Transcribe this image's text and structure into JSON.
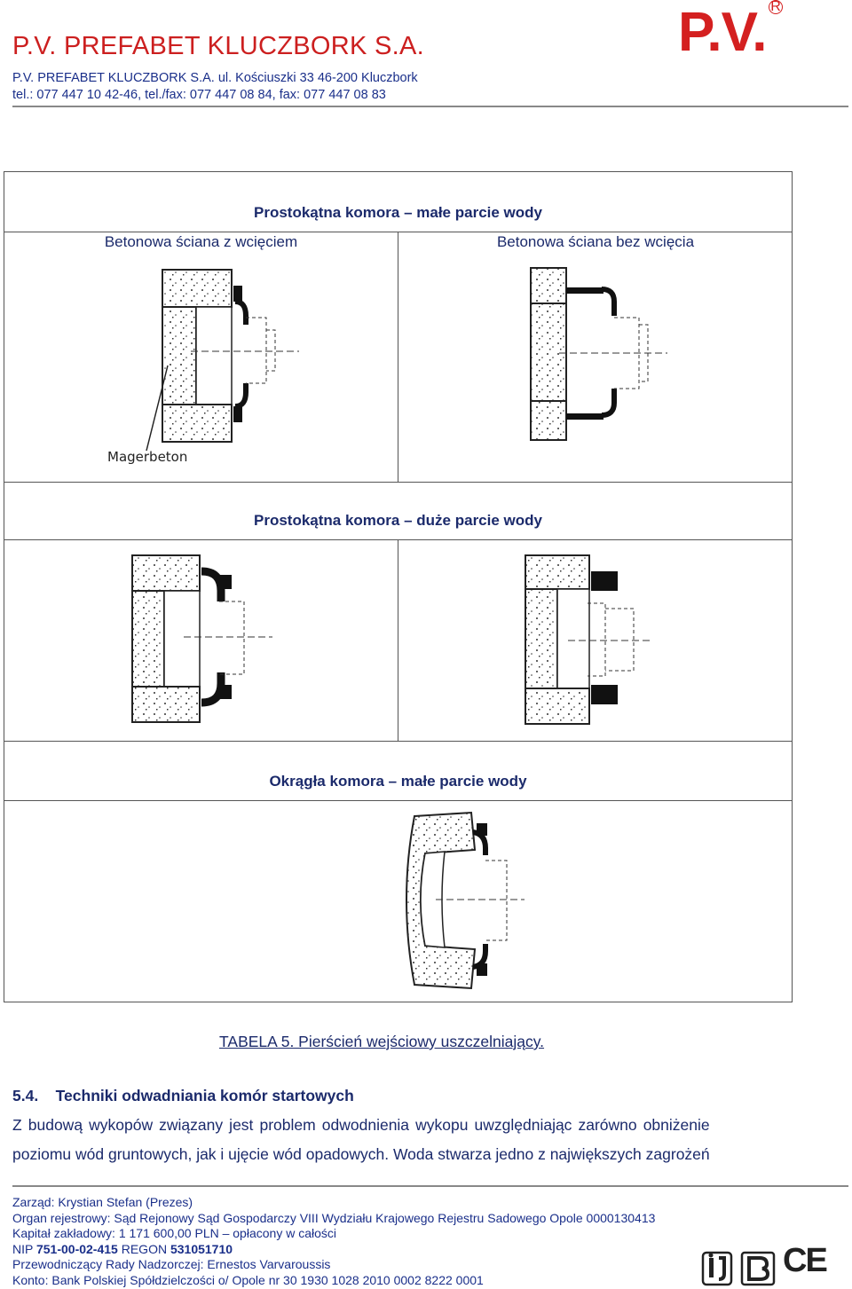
{
  "header": {
    "company_title": "P.V. PREFABET KLUCZBORK S.A.",
    "logo": "P.V.",
    "logo_mark": "R",
    "address": "P.V. PREFABET KLUCZBORK S.A. ul. Kościuszki 33  46-200 Kluczbork",
    "phone": "tel.:  077 447 10 42-46,  tel./fax:  077 447 08 84, fax: 077 447 08 83"
  },
  "table": {
    "row1_title": "Prostokątna komora – małe parcie wody",
    "row1_left": "Betonowa ściana z wcięciem",
    "row1_right": "Betonowa ściana bez wcięcia",
    "drawing_label": "Magerbeton",
    "row2_title": "Prostokątna komora – duże parcie wody",
    "row3_title": "Okrągła komora – małe parcie wody"
  },
  "caption": {
    "label": "TABELA 5",
    "text": ". Pierścień wejściowy uszczelniający."
  },
  "section": {
    "number": "5.4.",
    "title": "Techniki odwadniania komór startowych"
  },
  "body": {
    "line1": "Z budową wykopów związany jest problem odwodnienia wykopu uwzględniając zarówno obniżenie",
    "line2": "poziomu wód gruntowych, jak i ujęcie wód opadowych. Woda stwarza jedno z największych zagrożeń"
  },
  "footer": {
    "board": "Zarząd: Krystian Stefan (Prezes)",
    "registry": "Organ rejestrowy: Sąd Rejonowy Sąd Gospodarczy VIII Wydziału Krajowego Rejestru Sadowego Opole 0000130413",
    "capital": "Kapitał zakładowy: 1 171 600,00 PLN – opłacony w całości",
    "nip_label": "NIP ",
    "nip": "751-00-02-415",
    "regon_label": " REGON ",
    "regon": "531051710",
    "chairman": "Przewodniczący Rady Nadzorczej: Ernestos Varvaroussis",
    "account": "Konto: Bank Polskiej Spółdzielczości o/ Opole nr 30 1930 1028 2010 0002 8222 0001",
    "ce_mark": "CE"
  },
  "icons": {
    "cert_1": "building-approval-icon",
    "cert_2": "b-certificate-icon",
    "cert_3": "ce-mark-icon"
  },
  "colors": {
    "brand_red": "#d42020",
    "text_blue": "#1b2a6b"
  }
}
